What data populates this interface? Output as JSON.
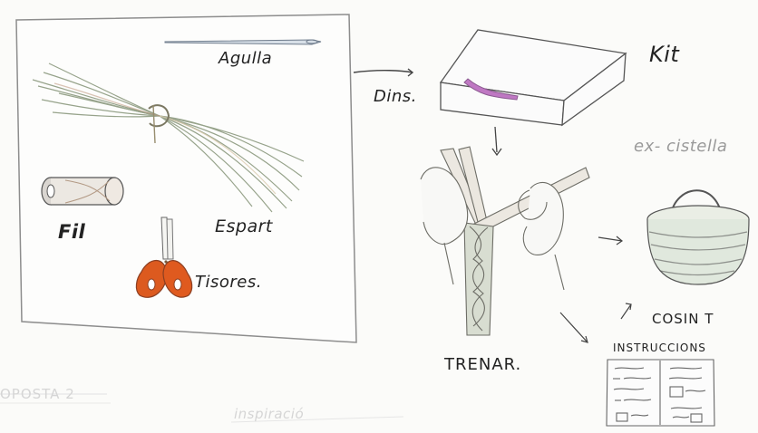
{
  "labels": {
    "agulla": "Agulla",
    "fil": "Fil",
    "espart": "Espart",
    "tisores": "Tisores.",
    "dins": "Dins.",
    "kit": "Kit",
    "ex_cistella": "ex- cistella",
    "trenar": "TRENAR.",
    "cosint": "COSIN T",
    "instruccions": "INSTRUCCIONS",
    "proposta": "OPOSTA 2",
    "inspiracio": "inspiració"
  },
  "colors": {
    "paper": "#fbfbf9",
    "pencil": "#444444",
    "grass": "#8c9a7f",
    "purple": "#b05ab5",
    "orange": "#d7541b"
  },
  "icons": [
    "needle-icon",
    "grass-bundle-icon",
    "thread-spool-icon",
    "scissors-icon",
    "box-icon",
    "braid-icon",
    "basket-icon",
    "instructions-sheet-icon",
    "arrow-icon"
  ]
}
